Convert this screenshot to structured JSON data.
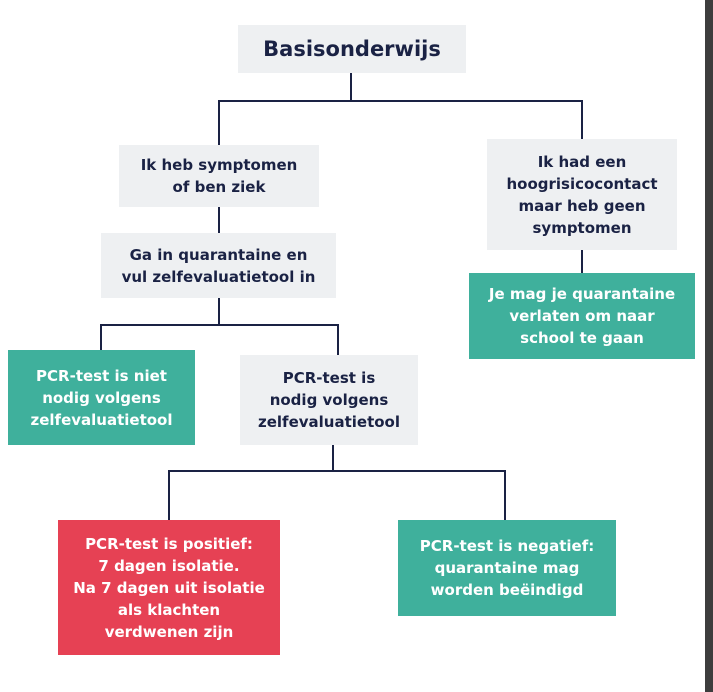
{
  "colors": {
    "gray_box": "#eef0f2",
    "green_box": "#3fb09c",
    "red_box": "#e64154",
    "connector": "#1a2244",
    "dark_text": "#1a2244"
  },
  "diagram": {
    "title": "Basisonderwijs",
    "symptoms": "Ik heb symptomen\nof ben ziek",
    "quarantine_tool": "Ga in quarantaine en\nvul zelfevaluatietool in",
    "pcr_not_needed": "PCR-test is niet\nnodig volgens\nzelfevaluatietool",
    "pcr_needed": "PCR-test is\nnodig volgens\nzelfevaluatietool",
    "pcr_positive": "PCR-test is positief:\n7 dagen isolatie.\nNa 7 dagen uit isolatie\nals klachten\nverdwenen zijn",
    "pcr_negative": "PCR-test is negatief:\nquarantaine mag\nworden beëindigd",
    "high_risk_contact": "Ik had een\nhoogrisicocontact\nmaar heb geen\nsymptomen",
    "leave_quarantine": "Je mag je quarantaine\nverlaten om naar\nschool te gaan"
  }
}
